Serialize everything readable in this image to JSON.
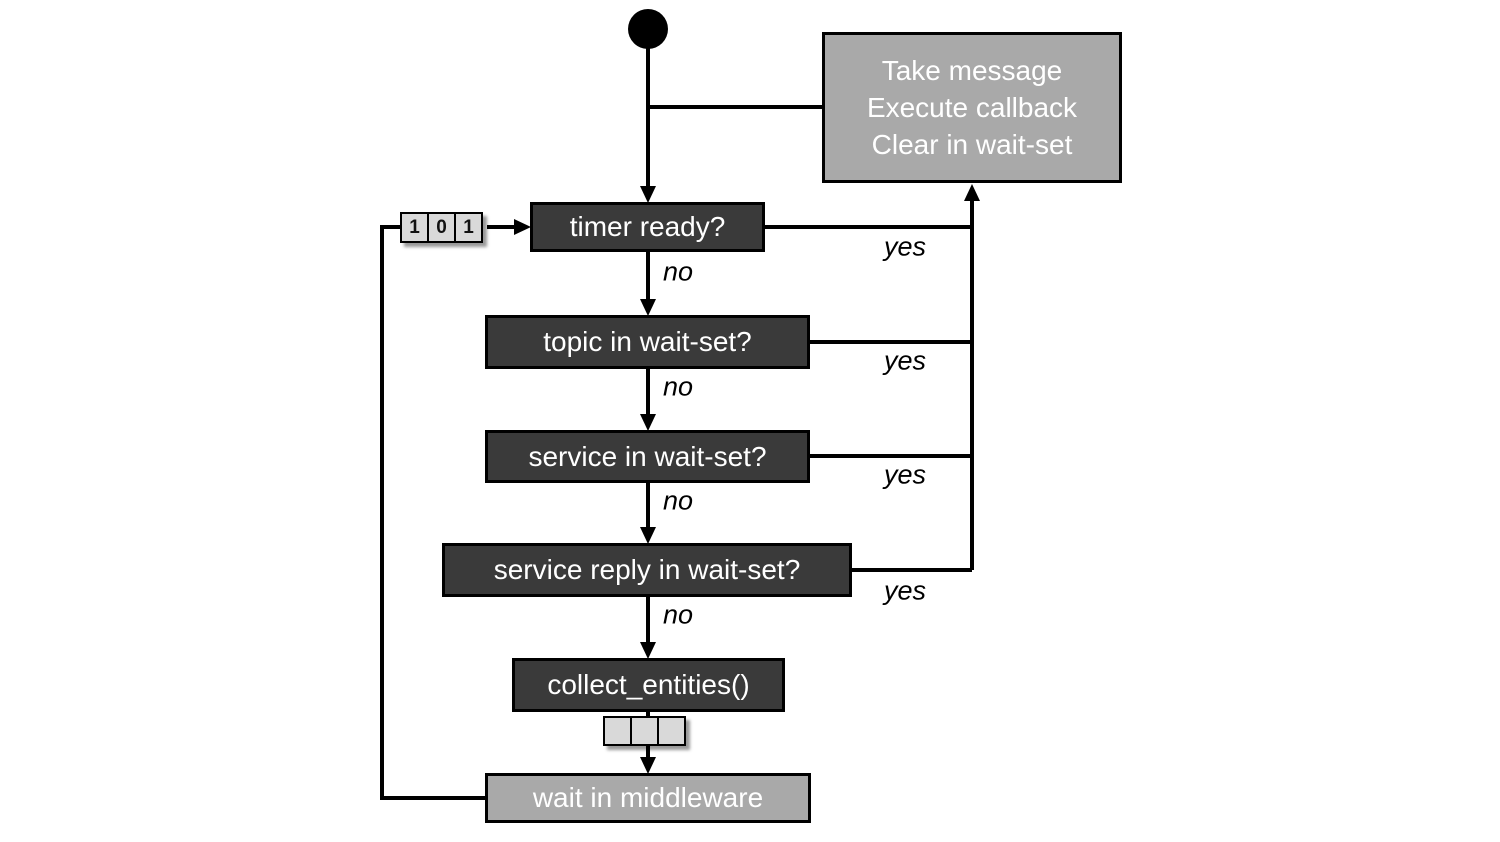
{
  "colors": {
    "node_dark": "#3a3a3a",
    "node_gray": "#a9a9a9",
    "cell_fill": "#d9d9d9",
    "line": "#000000",
    "text_light": "#ffffff",
    "text_dark": "#111111"
  },
  "nodes": {
    "action": {
      "lines": [
        "Take message",
        "Execute callback",
        "Clear in wait-set"
      ]
    },
    "timer": {
      "label": "timer ready?"
    },
    "topic": {
      "label": "topic in wait-set?"
    },
    "service": {
      "label": "service in wait-set?"
    },
    "service_reply": {
      "label": "service reply in wait-set?"
    },
    "collect": {
      "label": "collect_entities()"
    },
    "wait": {
      "label": "wait in middleware"
    }
  },
  "edge_labels": {
    "yes": "yes",
    "no": "no"
  },
  "wait_set_cells": {
    "top": [
      "1",
      "0",
      "1"
    ],
    "bottom": [
      "",
      "",
      ""
    ]
  }
}
